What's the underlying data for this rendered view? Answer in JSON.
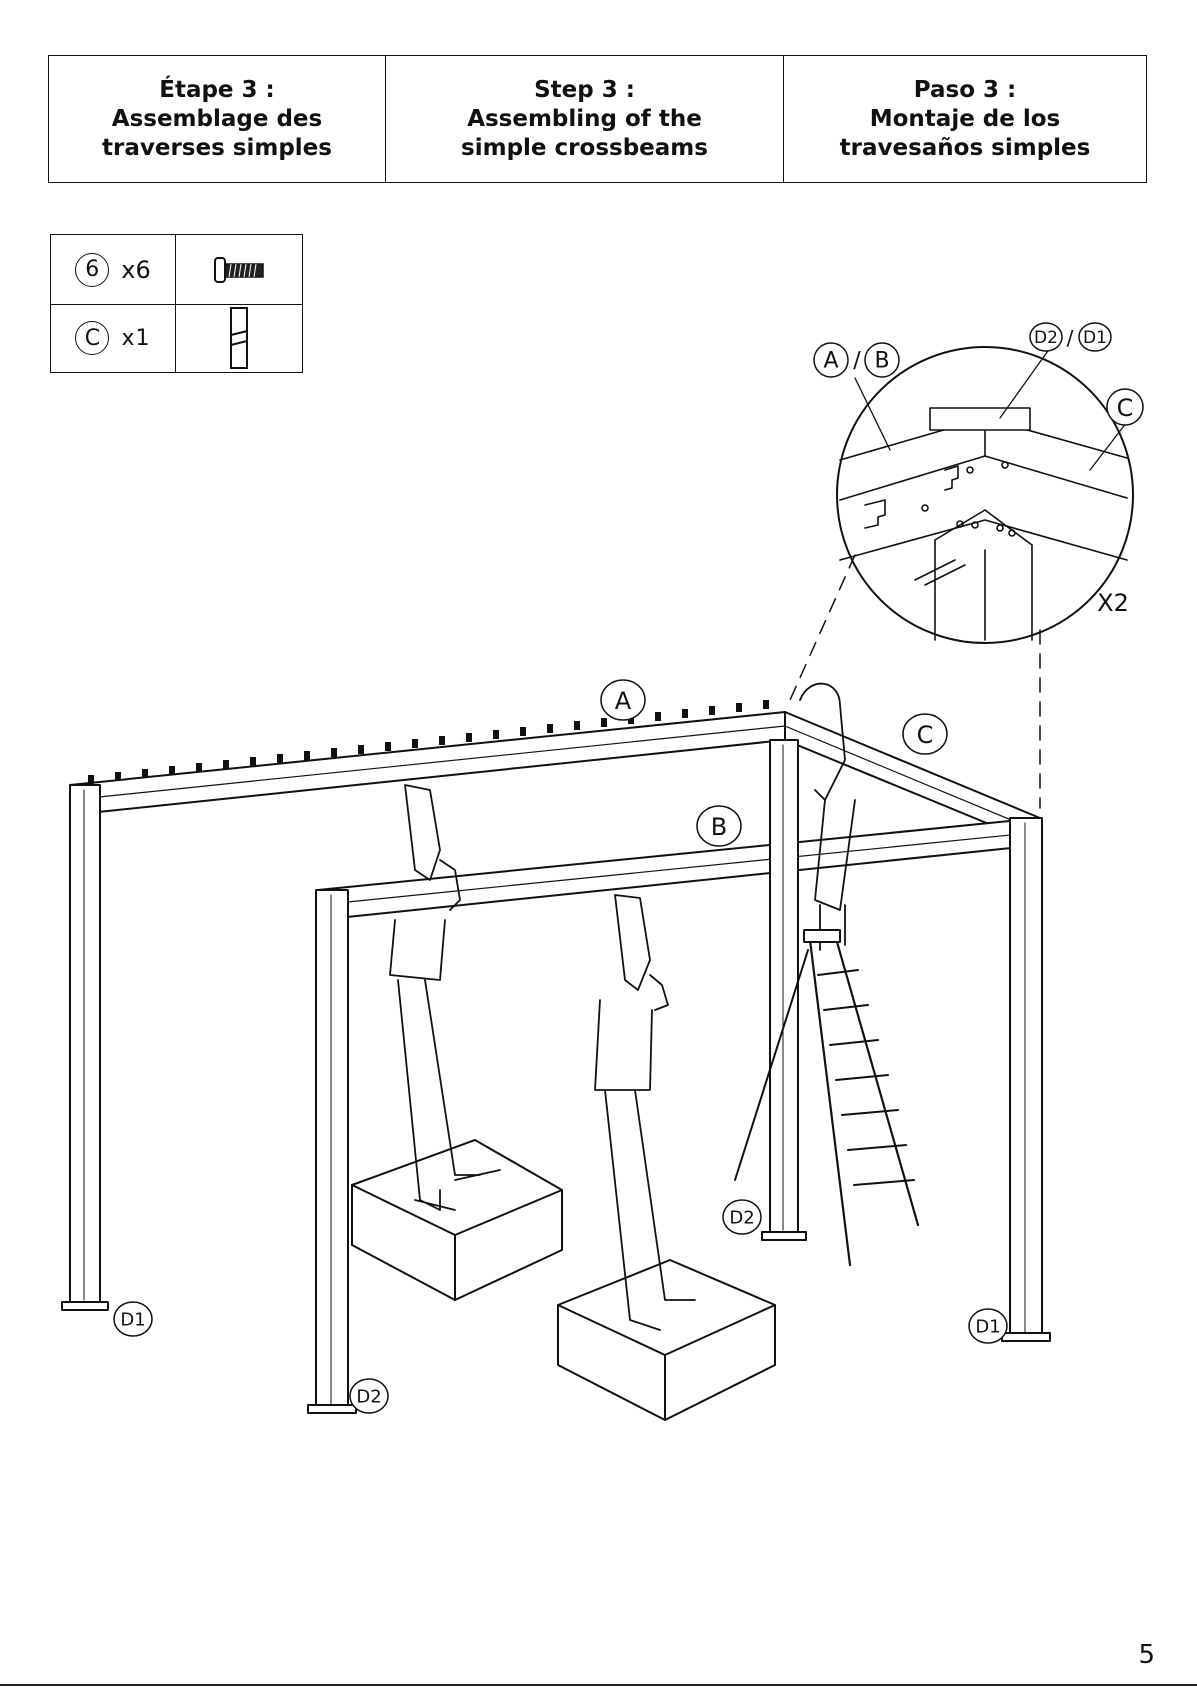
{
  "header": {
    "fr": {
      "line1": "Étape 3 :",
      "line2": "Assemblage des",
      "line3": "traverses simples"
    },
    "en": {
      "line1": "Step 3  :",
      "line2": "Assembling of the",
      "line3": "simple crossbeams"
    },
    "es": {
      "line1": "Paso 3 :",
      "line2": "Montaje de los",
      "line3": "travesaños simples"
    }
  },
  "parts": [
    {
      "id": "6",
      "qty": "x6",
      "icon": "bolt-icon"
    },
    {
      "id": "C",
      "qty": "x1",
      "icon": "crossbeam-icon"
    }
  ],
  "detail": {
    "label_a": "A",
    "label_b": "B",
    "separator": "/",
    "label_d2": "D2",
    "label_d1": "D1",
    "label_c": "C",
    "multiplier": "X2"
  },
  "main": {
    "label_a": "A",
    "label_b": "B",
    "label_c": "C",
    "post_labels": [
      "D1",
      "D2",
      "D2",
      "D1"
    ]
  },
  "page_number": "5"
}
